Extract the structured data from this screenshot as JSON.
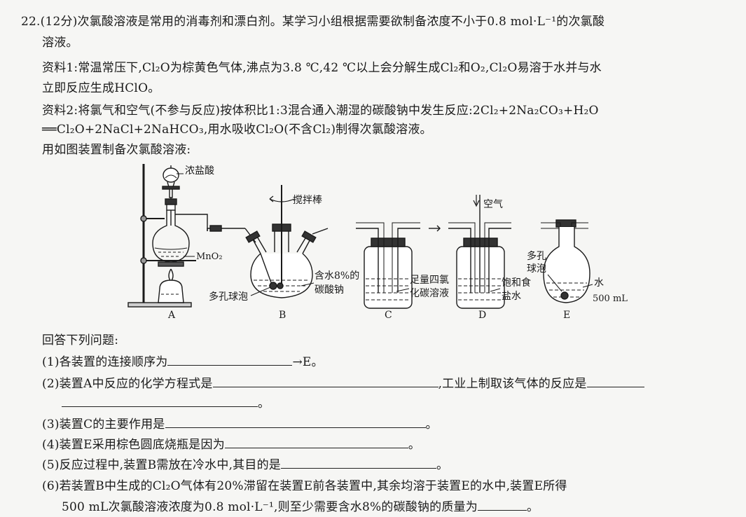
{
  "question": {
    "header": "22.(12分)次氯酸溶液是常用的消毒剂和漂白剂。某学习小组根据需要欲制备浓度不小于0.8 mol·L⁻¹的次氯酸",
    "header_cont": "溶液。",
    "info1_line1": "资料1:常温常压下,Cl₂O为棕黄色气体,沸点为3.8 ℃,42 ℃以上会分解生成Cl₂和O₂,Cl₂O易溶于水并与水",
    "info1_line2": "立即反应生成HClO。",
    "info2_line1": "资料2:将氯气和空气(不参与反应)按体积比1:3混合通入潮湿的碳酸钠中发生反应:2Cl₂+2Na₂CO₃+H₂O",
    "info2_line2": "══Cl₂O+2NaCl+2NaHCO₃,用水吸收Cl₂O(不含Cl₂)制得次氯酸溶液。",
    "intro": "用如图装置制备次氯酸溶液:"
  },
  "figure": {
    "A": {
      "label": "A",
      "conc_hcl": "浓盐酸",
      "mno2": "MnO₂"
    },
    "B": {
      "label": "B",
      "stirrer": "搅拌棒",
      "porous_bulb": "多孔球泡",
      "sodium_carbonate_l1": "含水8%的",
      "sodium_carbonate_l2": "碳酸钠"
    },
    "C": {
      "label": "C",
      "ccl4_l1": "足量四氯",
      "ccl4_l2": "化碳溶液"
    },
    "D": {
      "label": "D",
      "air": "空气",
      "brine_l1": "饱和食",
      "brine_l2": "盐水"
    },
    "E": {
      "label": "E",
      "porous_l1": "多孔",
      "porous_l2": "球泡",
      "water": "水",
      "volume": "500 mL"
    }
  },
  "answers": {
    "prompt": "回答下列问题:",
    "q1_a": "(1)各装置的连接顺序为",
    "q1_b": "→E。",
    "q2_a": "(2)装置A中反应的化学方程式是",
    "q2_b": ",工业上制取该气体的反应是",
    "q2_end": "。",
    "q3": "(3)装置C的主要作用是",
    "q3_end": "。",
    "q4": "(4)装置E采用棕色圆底烧瓶是因为",
    "q4_end": "。",
    "q5": "(5)反应过程中,装置B需放在冷水中,其目的是",
    "q5_end": "。",
    "q6_line1": "(6)若装置B中生成的Cl₂O气体有20%滞留在装置E前各装置中,其余均溶于装置E的水中,装置E所得",
    "q6_line2": "500 mL次氯酸溶液浓度为0.8 mol·L⁻¹,则至少需要含水8%的碳酸钠的质量为",
    "q6_end": "。"
  }
}
